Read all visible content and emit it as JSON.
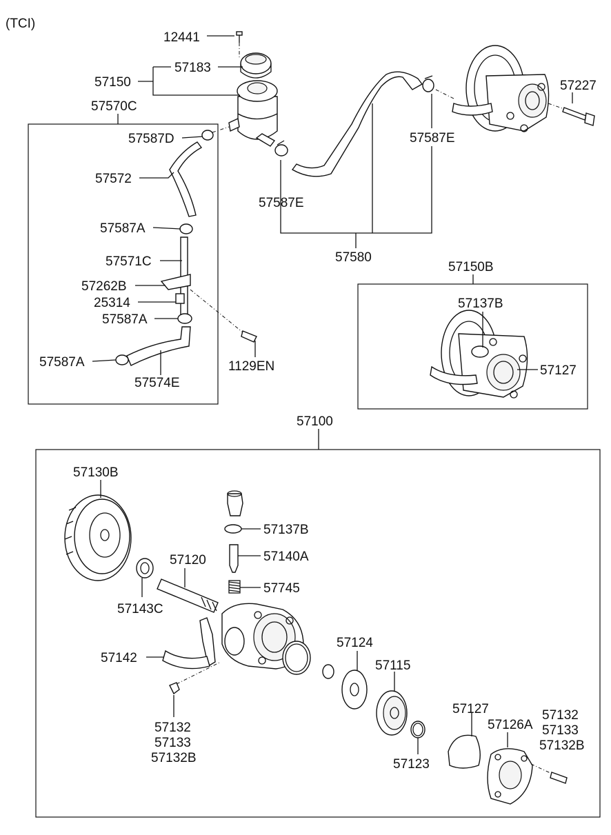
{
  "header": {
    "variant": "(TCI)"
  },
  "labels": {
    "p12441": "12441",
    "p57183": "57183",
    "p57150": "57150",
    "p57570C": "57570C",
    "p57587D": "57587D",
    "p57572": "57572",
    "p57587A_1": "57587A",
    "p57571C": "57571C",
    "p57262B": "57262B",
    "p25314": "25314",
    "p57587A_2": "57587A",
    "p57587A_3": "57587A",
    "p57574E": "57574E",
    "p1129EN": "1129EN",
    "p57587E_1": "57587E",
    "p57587E_2": "57587E",
    "p57580": "57580",
    "p57227": "57227",
    "p57150B": "57150B",
    "p57137B_1": "57137B",
    "p57127_1": "57127",
    "p57100": "57100",
    "p57130B": "57130B",
    "p57137B_2": "57137B",
    "p57140A": "57140A",
    "p57745": "57745",
    "p57120": "57120",
    "p57143C": "57143C",
    "p57142": "57142",
    "p57124": "57124",
    "p57115": "57115",
    "p57132_1": "57132",
    "p57133_1": "57133",
    "p57132B_1": "57132B",
    "p57127_2": "57127",
    "p57126A": "57126A",
    "p57132_2": "57132",
    "p57133_2": "57133",
    "p57132B_2": "57132B",
    "p57123": "57123"
  }
}
